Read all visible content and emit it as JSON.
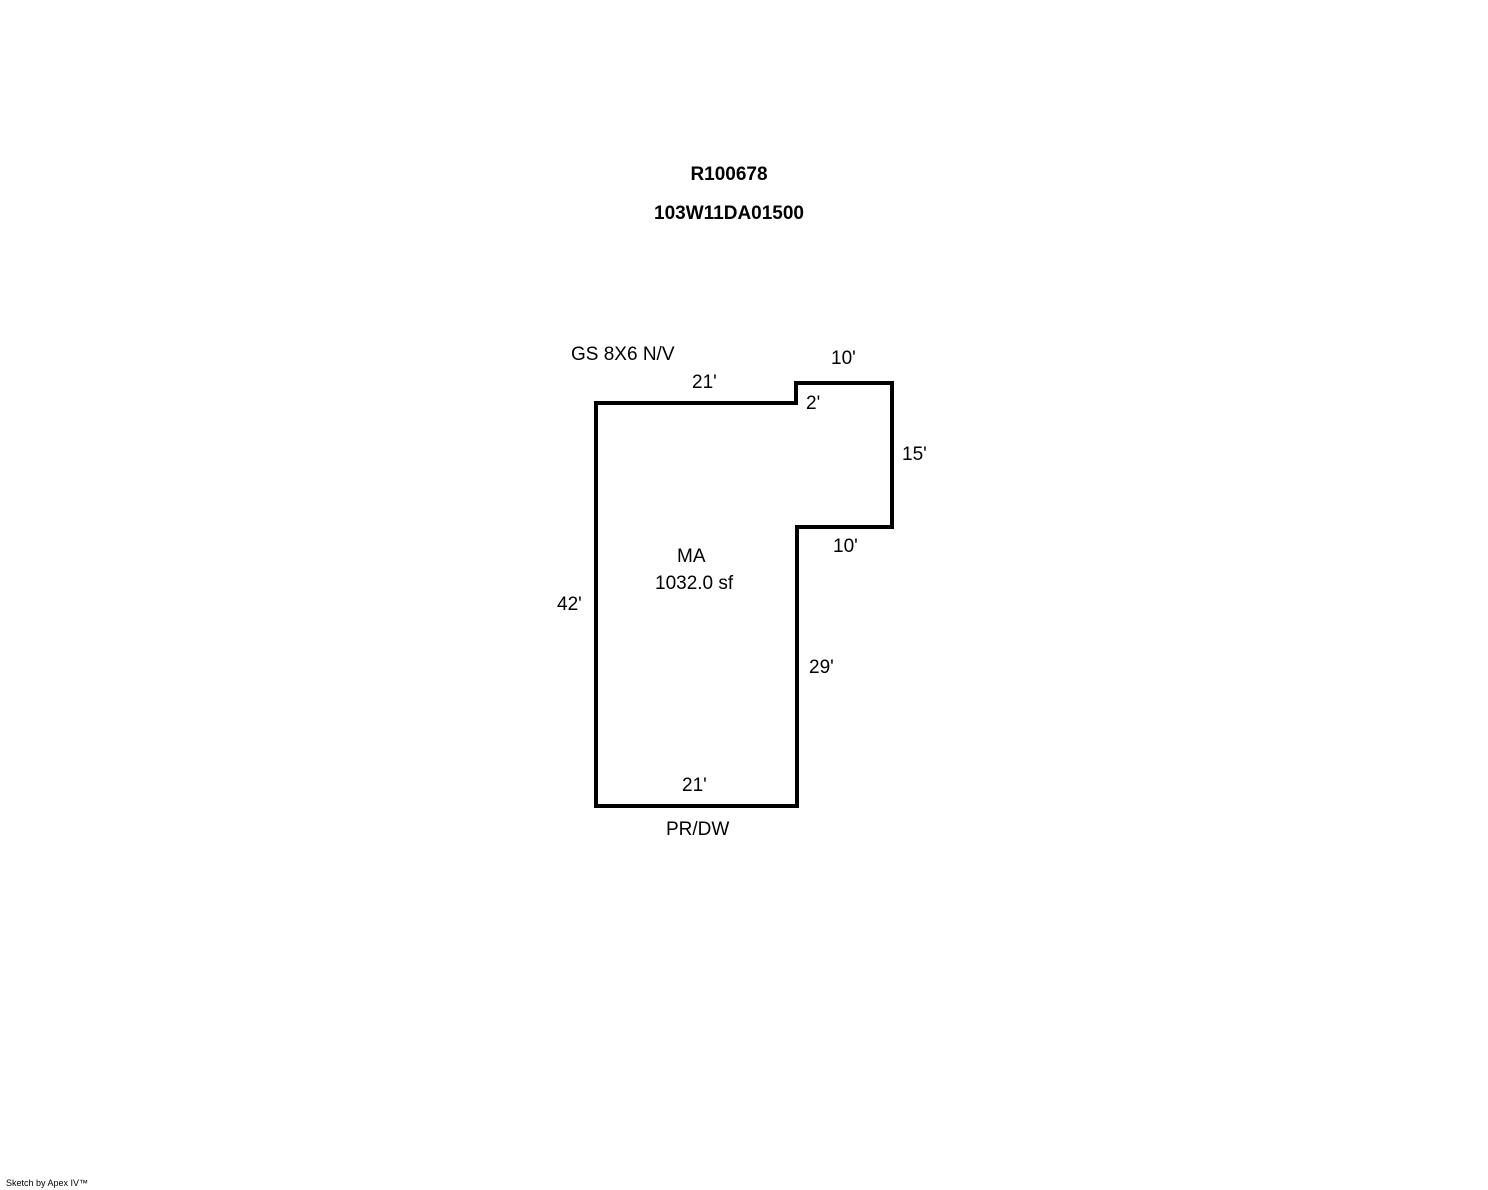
{
  "header": {
    "parcel_id": "R100678",
    "map_number": "103W11DA01500"
  },
  "sketch": {
    "area": {
      "code": "MA",
      "size": "1032.0 sf"
    },
    "notes": {
      "top_left": "GS 8X6 N/V",
      "bottom": "PR/DW"
    },
    "dimensions": {
      "top_main": "21'",
      "step": "2'",
      "top_ell": "10'",
      "ell_side": "15'",
      "ell_bottom": "10'",
      "right_side": "29'",
      "bottom": "21'",
      "left_side": "42'"
    }
  },
  "footer": {
    "credit": "Sketch by Apex IV™"
  }
}
